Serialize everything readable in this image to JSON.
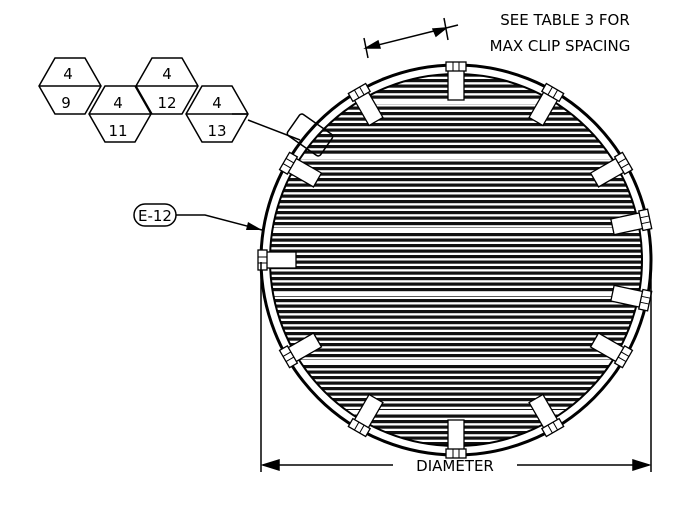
{
  "note": {
    "line1": "SEE TABLE 3 FOR",
    "line2": "MAX CLIP SPACING"
  },
  "callout": {
    "label": "E-12"
  },
  "dimension": {
    "label": "DIAMETER"
  },
  "hex_symbols": [
    {
      "label": "4"
    },
    {
      "label": "9"
    },
    {
      "label": "4"
    },
    {
      "label": "11"
    },
    {
      "label": "4"
    },
    {
      "label": "12"
    },
    {
      "label": "4"
    },
    {
      "label": "13"
    }
  ]
}
